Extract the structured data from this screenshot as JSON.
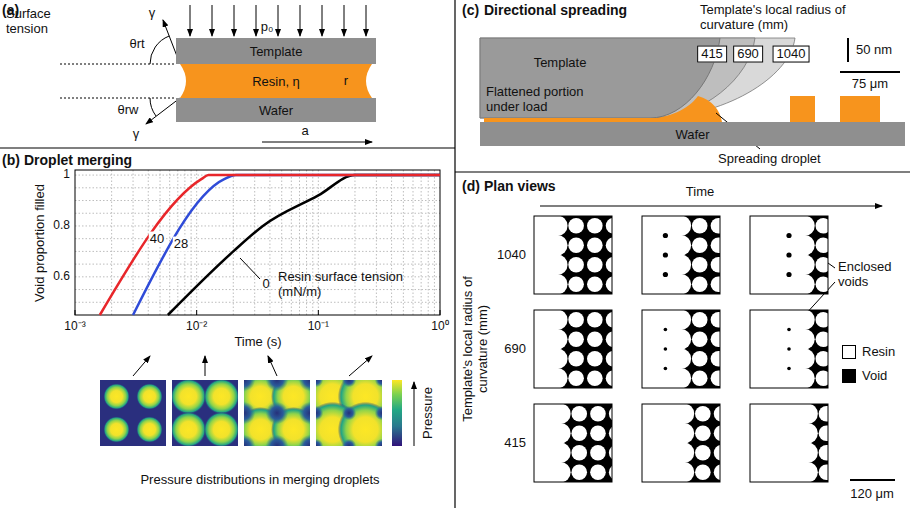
{
  "diagram": {
    "nodes": [
      {
        "text": [
          "Template"
        ]
      },
      {
        "text": [
          "Resin, η"
        ]
      },
      {
        "text": [
          "Wafer"
        ]
      },
      {
        "text": [
          "Template"
        ]
      },
      {
        "text": [
          "Wafer"
        ]
      }
    ],
    "labels": [
      "(a)",
      "Surface tension",
      "γ",
      "θrt",
      "p₀",
      "r",
      "θrw",
      "γ",
      "a",
      "(b)",
      "Droplet merging",
      "Void proportion filled",
      "1",
      "0.8",
      "0.6",
      "10⁻³",
      "10⁻²",
      "10⁻¹",
      "10⁰",
      "Time (s)",
      "40",
      "28",
      "0",
      "Resin surface tension (mN/m)",
      "Pressure",
      "Pressure distributions in merging droplets",
      "(c)",
      "Directional spreading",
      "Template's local radius of curvature (mm)",
      "415",
      "690",
      "1040",
      "50 nm",
      "75 μm",
      "Flattened portion under load",
      "Spreading droplet",
      "(d)",
      "Plan views",
      "Time",
      "1040",
      "690",
      "415",
      "Template's local radius of curvature (mm)",
      "Enclosed voids",
      "120 μm"
    ],
    "legend": [
      {
        "text": "Resin",
        "color": "#ffffff"
      },
      {
        "text": "Void",
        "color": "#000000"
      }
    ]
  }
}
